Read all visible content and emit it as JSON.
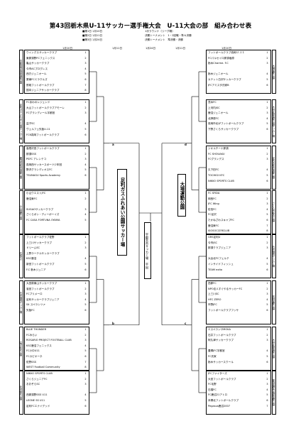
{
  "title": "第43回栃木県U-11サッカー選手権大会　U-11大会の部　組み合わせ表",
  "schedule": [
    {
      "label": "■第1日",
      "date": "1月10日"
    },
    {
      "label": "■第2日",
      "date": "1月11日"
    },
    {
      "label": "■第3日",
      "date": "1月24日"
    }
  ],
  "rules": [
    "1次ラウンド（リーグ戦）",
    "決勝トーナメント　1・2回戦・準々決勝",
    "決勝トーナメント　準決勝・決勝"
  ],
  "round_dates": {
    "left_r1": "1月10日",
    "center": "1月24日",
    "right_r1": "1月10日",
    "left_r2": "1月11日",
    "right_r2": "1月11日"
  },
  "venues": {
    "left": "足利ガスふれあい公園サッカー場",
    "center": "宇都宮市サッカー場　平出",
    "right": "大場運動公園"
  },
  "center_letters": [
    "a",
    "b",
    "c",
    "d"
  ],
  "left_groups": [
    {
      "label": "宇都宮市南部運動公園",
      "teams": [
        "ウイングスサッカークラブ",
        "東那須野FCフェニックス",
        "亀山サッカークラブ",
        "今市ACプログレス",
        "西方ジュニオール",
        "栗東FCミラクルズ",
        "鉄砲フットボールクラブ",
        "国本ジュニアサッカークラブ"
      ],
      "nums": [
        "1",
        "2",
        "3",
        "4",
        "5",
        "6",
        "7",
        "8"
      ]
    },
    {
      "label": "足利ガスふれあい公園サッカー場",
      "teams": [
        "FCあわのレジェンド",
        "大山フットボールクラブアモーレ",
        "FCグランディール宇都宮",
        "",
        "益子SC",
        "ヴェルフェ矢板U-11",
        "FCK真岡フットボールクラブ",
        ""
      ],
      "nums": [
        "1",
        "2",
        "3",
        "",
        "4",
        "5",
        "6",
        ""
      ]
    },
    {
      "label": "鹿沼市総合運動公園",
      "teams": [
        "高根沢西フットボールクラブ",
        "那須SSS",
        "PSFC アレンテコ",
        "真岡西サッカースポーツ少年団",
        "野沢グランディオスFC",
        "TSUNAGU Sports Academy",
        "",
        ""
      ],
      "nums": [
        "1",
        "2",
        "3",
        "4",
        "5",
        "6",
        "",
        ""
      ]
    },
    {
      "label": "小山運動公園",
      "teams": [
        "小山ウエストJFC",
        "鹿沼東FC",
        "",
        "SUGAOサッカークラブ",
        "さくらボン・ディーボーイズ",
        "FC CASA FORTUNA OYAMA",
        "",
        ""
      ],
      "nums": [
        "1",
        "2",
        "",
        "3",
        "4",
        "5",
        "",
        ""
      ]
    },
    {
      "label": "石坂JFC",
      "teams": [
        "フットボールクラブ佐野",
        "上三川サッカークラブ",
        "ドリームSC",
        "上野ラーテルサッカークラブ",
        "KSC鹿沼",
        "新田フットボールクラブ",
        "F.C 栃木ジュニア",
        ""
      ],
      "nums": [
        "1",
        "2",
        "3",
        "",
        "4",
        "5",
        "6",
        ""
      ]
    },
    {
      "label": "石井緑地サッカー場",
      "teams": [
        "大田原東山サッカークラブ",
        "雀宮フットボールクラブ",
        "FCプリメーロ",
        "足利サッカークラブジュニア",
        "S4 スペランツァ",
        "矢板FC",
        "",
        ""
      ],
      "nums": [
        "1",
        "2",
        "3",
        "4",
        "5",
        "6",
        "",
        ""
      ]
    },
    {
      "label": "益子町北公園",
      "teams": [
        "BLUE THUNDER",
        "FCみらい",
        "ROSARIO PROJECT FOOTBALL CLUB",
        "KSC鹿沼フェニックス",
        "FC小中U11",
        "FCカピオーネ",
        "佐野SSS",
        "WEST Football Community"
      ],
      "nums": [
        "1",
        "2",
        "3",
        "4",
        "5",
        "6",
        "7",
        "8"
      ]
    },
    {
      "label": "北中原北公園",
      "teams": [
        "NIKKO SPORTS CLUB",
        "さくらジュニアFC",
        "おおぞらSC",
        "",
        "西那須野SSS U11",
        "LEONE SS U11",
        "足利FCエナイデッド",
        ""
      ],
      "nums": [
        "1",
        "2",
        "3",
        "",
        "4",
        "5",
        "6",
        ""
      ]
    }
  ],
  "right_groups": [
    {
      "label": "大場運動公園",
      "teams": [
        "フットボールクラブ真岡Ｕ-１１",
        "FCパルセイロ那須塩原",
        "栃木Charme. F.C",
        "",
        "栃木ジュニオール",
        "カテット白沢サッカークラブ",
        "JFCアミスタ氏家B",
        ""
      ],
      "nums": [
        "1",
        "2",
        "3",
        "",
        "4",
        "5",
        "6",
        ""
      ]
    },
    {
      "label": "大谷北部運動公園サッカー場",
      "teams": [
        "茂木FC",
        "上河内JSC",
        "鹿沼ジュニオール",
        "北押原FC",
        "真岡市北がフットボールクラブ",
        "下野さくらサッカークラブ",
        "",
        ""
      ],
      "nums": [
        "1",
        "2",
        "3",
        "4",
        "5",
        "6",
        "",
        ""
      ]
    },
    {
      "label": "足利市総合運動公園",
      "teams": [
        "ジオルチーナ那須",
        "FC SHOUAKU",
        "FCグランデス",
        "",
        "久下田FC",
        "TOCHIGI KFC",
        "NIKKO SPORTS CLUB",
        ""
      ],
      "nums": [
        "1",
        "2",
        "3",
        "",
        "4",
        "5",
        "6",
        ""
      ]
    },
    {
      "label": "さくら市総合公園",
      "teams": [
        "FC SFIDA",
        "岡西FC",
        "JFC Wing",
        "佐伯FC",
        "FC足沢",
        "たかねざわスキャプFC",
        "鹿沼東FC",
        "ISOSOCCERCLUB"
      ],
      "nums": [
        "1",
        "2",
        "3",
        "4",
        "5",
        "6",
        "7",
        "8"
      ]
    },
    {
      "label": "石井緑地サッカー場",
      "teams": [
        "GRS足利U",
        "今市JSC",
        "那須クラブジュニア",
        "",
        "大谷北FCフェルテ",
        "インサイドフィッシュ",
        "TEAM exito",
        ""
      ],
      "nums": [
        "1",
        "2",
        "3",
        "",
        "4",
        "5",
        "6",
        ""
      ]
    },
    {
      "label": "若林運動公園",
      "teams": [
        "西那FC",
        "NPO法人すぐやるサッカーFC",
        "上三川SC",
        "HFC ZERO",
        "市野JFC",
        "フットボールクラブフッサ",
        "",
        ""
      ],
      "nums": [
        "1",
        "2",
        "3",
        "4",
        "5",
        "6",
        "",
        ""
      ]
    },
    {
      "label": "大谷北部運動公園",
      "teams": [
        "エスペランサMOKA",
        "石井フットボールクラブ",
        "阿久津サッカークラブ",
        "",
        "豊郷JFC宇都宮",
        "FC氏家",
        "栃木サッカースクール",
        ""
      ],
      "nums": [
        "1",
        "2",
        "3",
        "",
        "4",
        "5",
        "6",
        ""
      ]
    },
    {
      "label": "那須塩原市塩原運動公園",
      "teams": [
        "JFCファイターズ",
        "大宮フットボールクラブ",
        "FC毛野",
        "石橋FC",
        "FC鹿沼21アトロ",
        "本郷北フットボールクラブ",
        "Pegasus鹿沼2007",
        ""
      ],
      "nums": [
        "1",
        "2",
        "3",
        "4",
        "5",
        "6",
        "7",
        ""
      ]
    }
  ]
}
